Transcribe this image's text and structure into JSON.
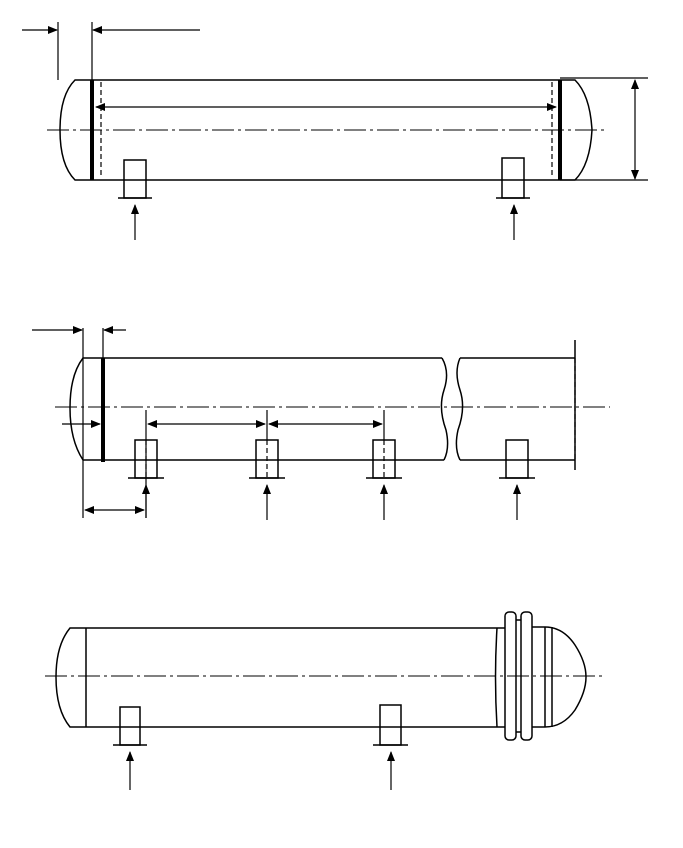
{
  "title": "",
  "diagrams": [
    {
      "kind": "vessel-two-supports",
      "supports": 2
    },
    {
      "kind": "vessel-multi-supports-broken",
      "supports": 4
    },
    {
      "kind": "vessel-flanged-head",
      "supports": 2
    }
  ],
  "colors": {
    "line": "#000000",
    "background": "#ffffff"
  }
}
